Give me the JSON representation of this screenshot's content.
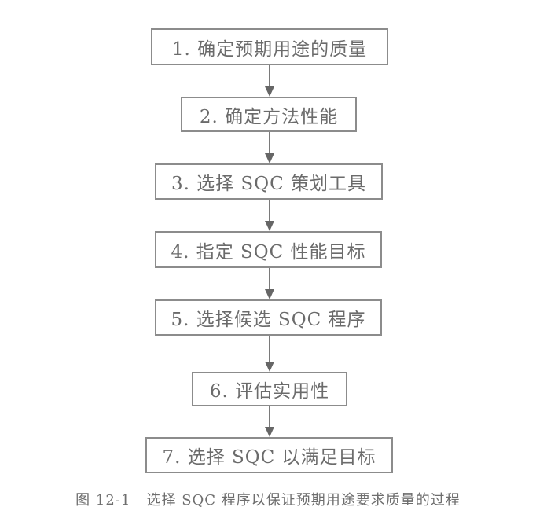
{
  "diagram": {
    "type": "flowchart",
    "direction": "top-to-bottom",
    "steps": [
      {
        "label": "1. 确定预期用途的质量"
      },
      {
        "label": "2. 确定方法性能"
      },
      {
        "label": "3. 选择 SQC 策划工具"
      },
      {
        "label": "4. 指定 SQC 性能目标"
      },
      {
        "label": "5. 选择候选 SQC 程序"
      },
      {
        "label": "6. 评估实用性"
      },
      {
        "label": "7. 选择 SQC 以满足目标"
      }
    ],
    "edges": [
      {
        "from": 1,
        "to": 2
      },
      {
        "from": 2,
        "to": 3
      },
      {
        "from": 3,
        "to": 4
      },
      {
        "from": 4,
        "to": 5
      },
      {
        "from": 5,
        "to": 6
      },
      {
        "from": 6,
        "to": 7
      }
    ]
  },
  "caption": "图 12-1   选择 SQC 程序以保证预期用途要求质量的过程",
  "colors": {
    "border": "#8c8c8c",
    "text": "#6b6b6b",
    "arrow": "#666666"
  }
}
